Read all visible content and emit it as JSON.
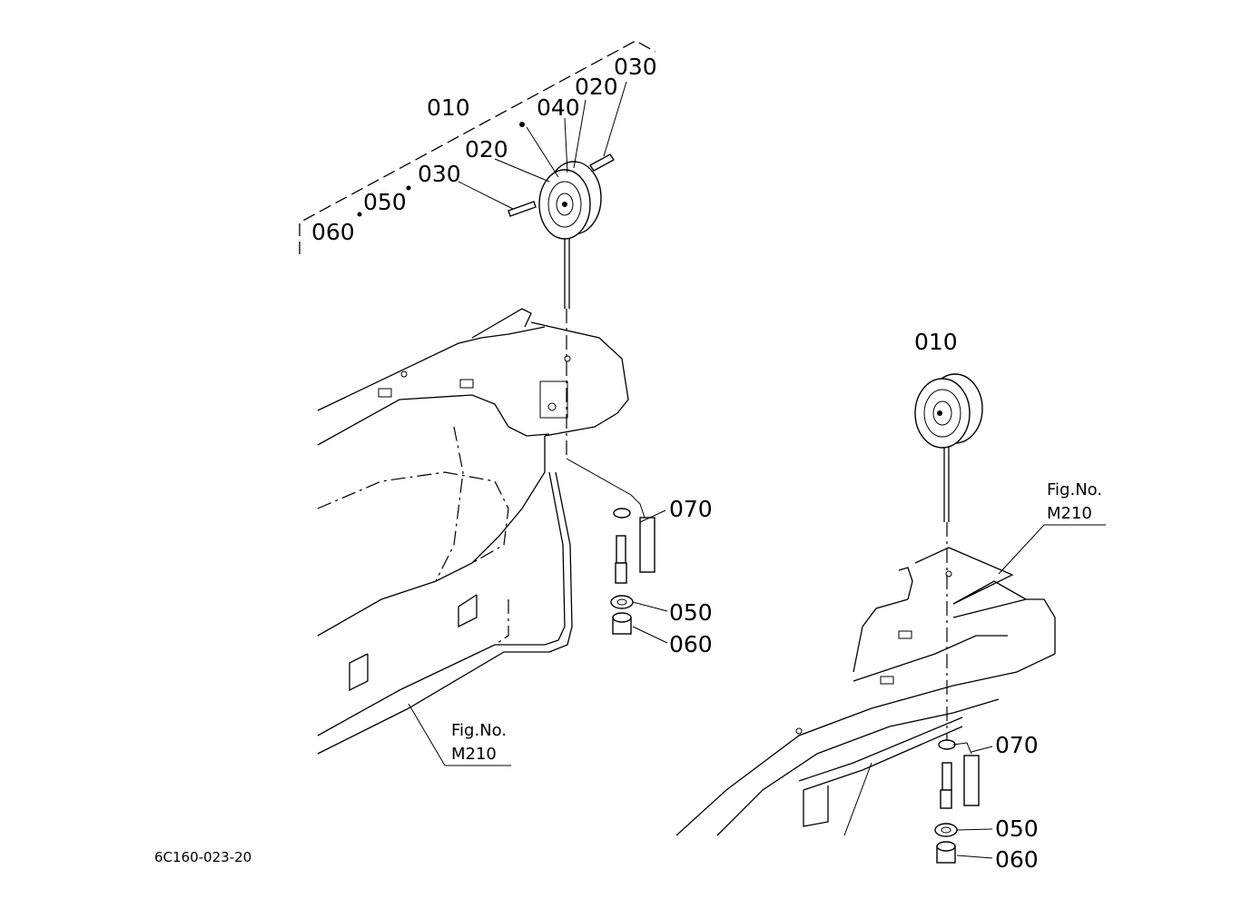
{
  "left_view": {
    "labels": {
      "p010": "010",
      "p040": "040",
      "p020a": "020",
      "p030a": "030",
      "p020b": "020",
      "p030b": "030",
      "p050a": "050",
      "p060a": "060",
      "p070": "070",
      "p050b": "050",
      "p060b": "060"
    },
    "fig_ref": {
      "line1": "Fig.No.",
      "line2": "M210"
    }
  },
  "right_view": {
    "labels": {
      "p010": "010",
      "p070": "070",
      "p050": "050",
      "p060": "060"
    },
    "fig_ref": {
      "line1": "Fig.No.",
      "line2": "M210"
    }
  },
  "drawing_code": "6C160-023-20"
}
